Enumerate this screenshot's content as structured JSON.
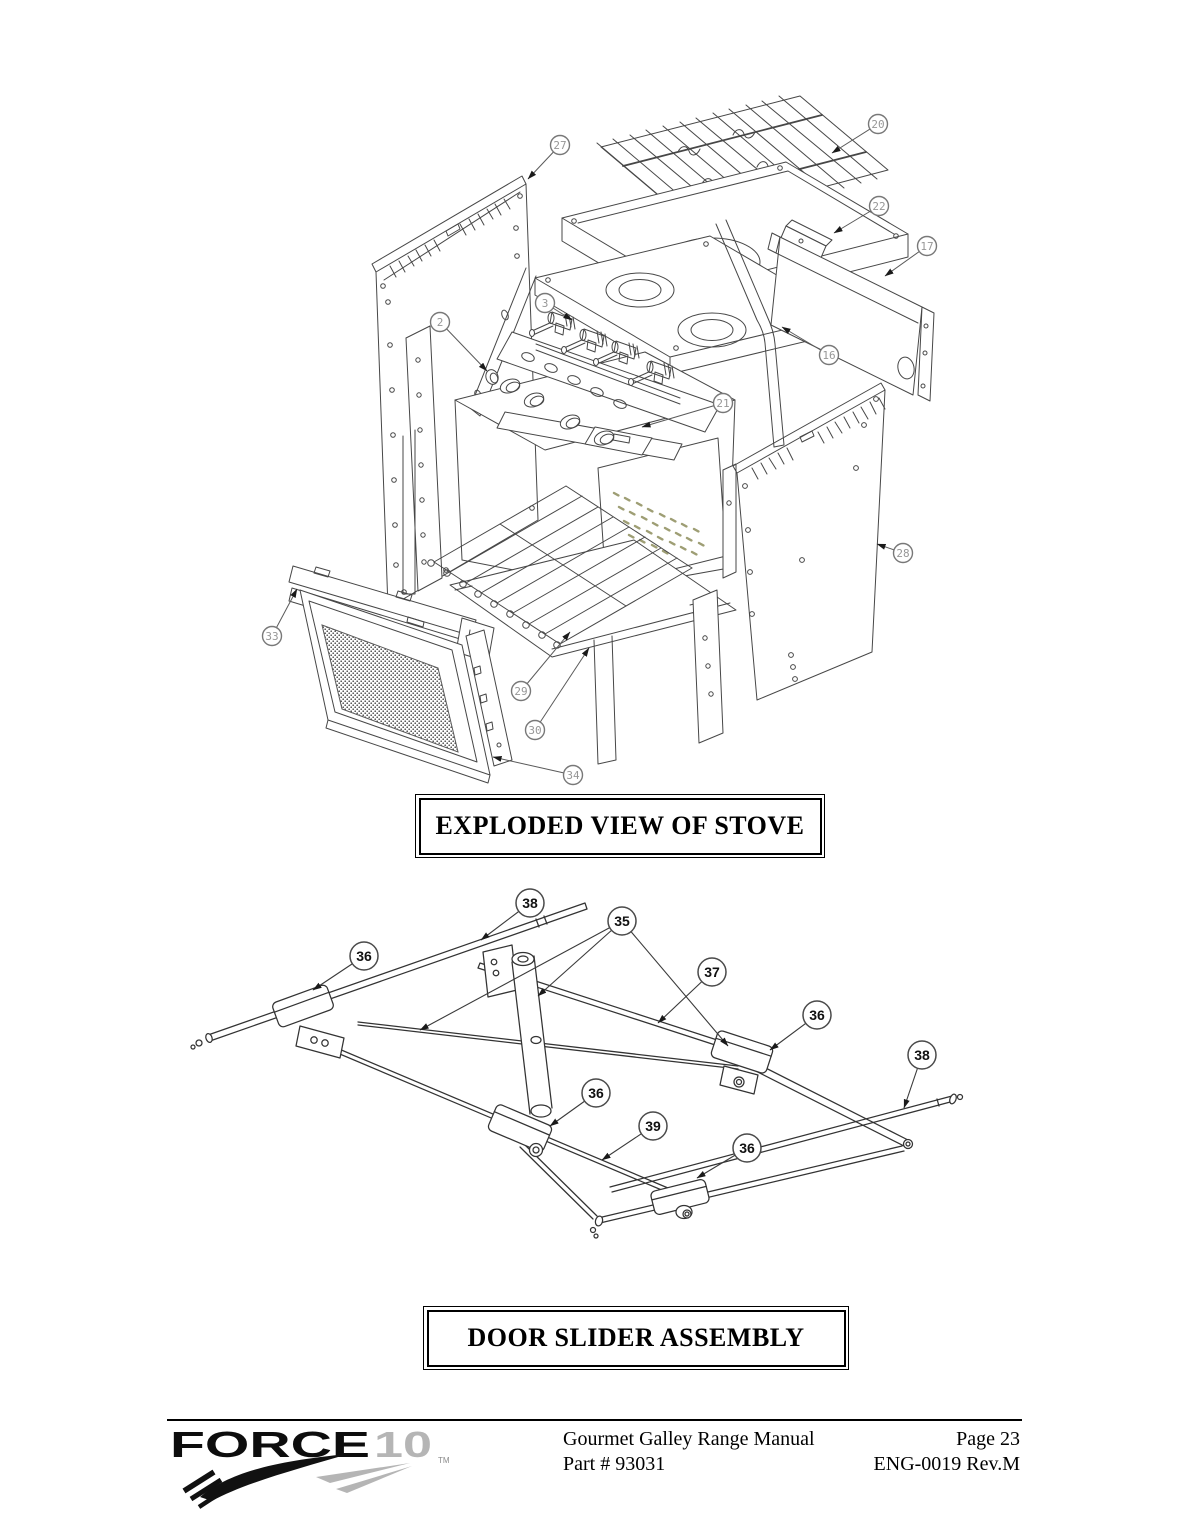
{
  "stove": {
    "title": "EXPLODED VIEW OF STOVE",
    "callouts": [
      {
        "number": "27"
      },
      {
        "number": "20"
      },
      {
        "number": "22"
      },
      {
        "number": "17"
      },
      {
        "number": "2"
      },
      {
        "number": "3"
      },
      {
        "number": "16"
      },
      {
        "number": "21"
      },
      {
        "number": "28"
      },
      {
        "number": "33"
      },
      {
        "number": "29"
      },
      {
        "number": "30"
      },
      {
        "number": "34"
      }
    ]
  },
  "slider": {
    "title": "DOOR SLIDER ASSEMBLY",
    "callouts": [
      {
        "number": "38"
      },
      {
        "number": "35"
      },
      {
        "number": "36"
      },
      {
        "number": "37"
      },
      {
        "number": "36"
      },
      {
        "number": "38"
      },
      {
        "number": "36"
      },
      {
        "number": "39"
      },
      {
        "number": "36"
      }
    ]
  },
  "footer": {
    "brand_force": "FORCE",
    "brand_ten": "10",
    "brand_tm": "TM",
    "manual_title": "Gourmet Galley Range Manual",
    "part_number": "Part # 93031",
    "page_label": "Page 23",
    "doc_code": "ENG-0019 Rev.M"
  }
}
